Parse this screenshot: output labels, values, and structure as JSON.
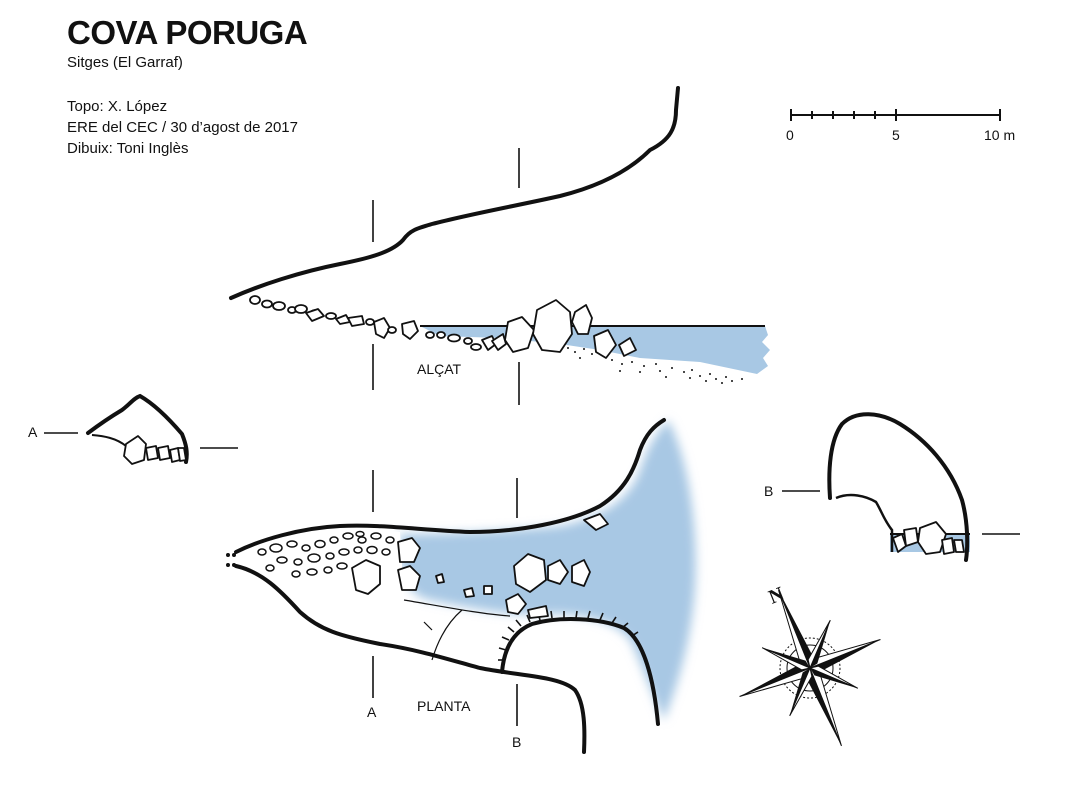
{
  "header": {
    "title": "COVA PORUGA",
    "subtitle": "Sitges (El Garraf)",
    "credits": [
      "Topo: X. López",
      "ERE del CEC / 30 d’agost de 2017",
      "Dibuix: Toni Inglès"
    ]
  },
  "scale_bar": {
    "labels": [
      "0",
      "5",
      "10 m"
    ]
  },
  "views": {
    "elevation_label": "ALÇAT",
    "plan_label": "PLANTA"
  },
  "sections": {
    "a_label": "A",
    "b_label": "B"
  },
  "compass": {
    "north_label": "N"
  },
  "colors": {
    "water": "#a8c8e4",
    "ink": "#111111"
  }
}
